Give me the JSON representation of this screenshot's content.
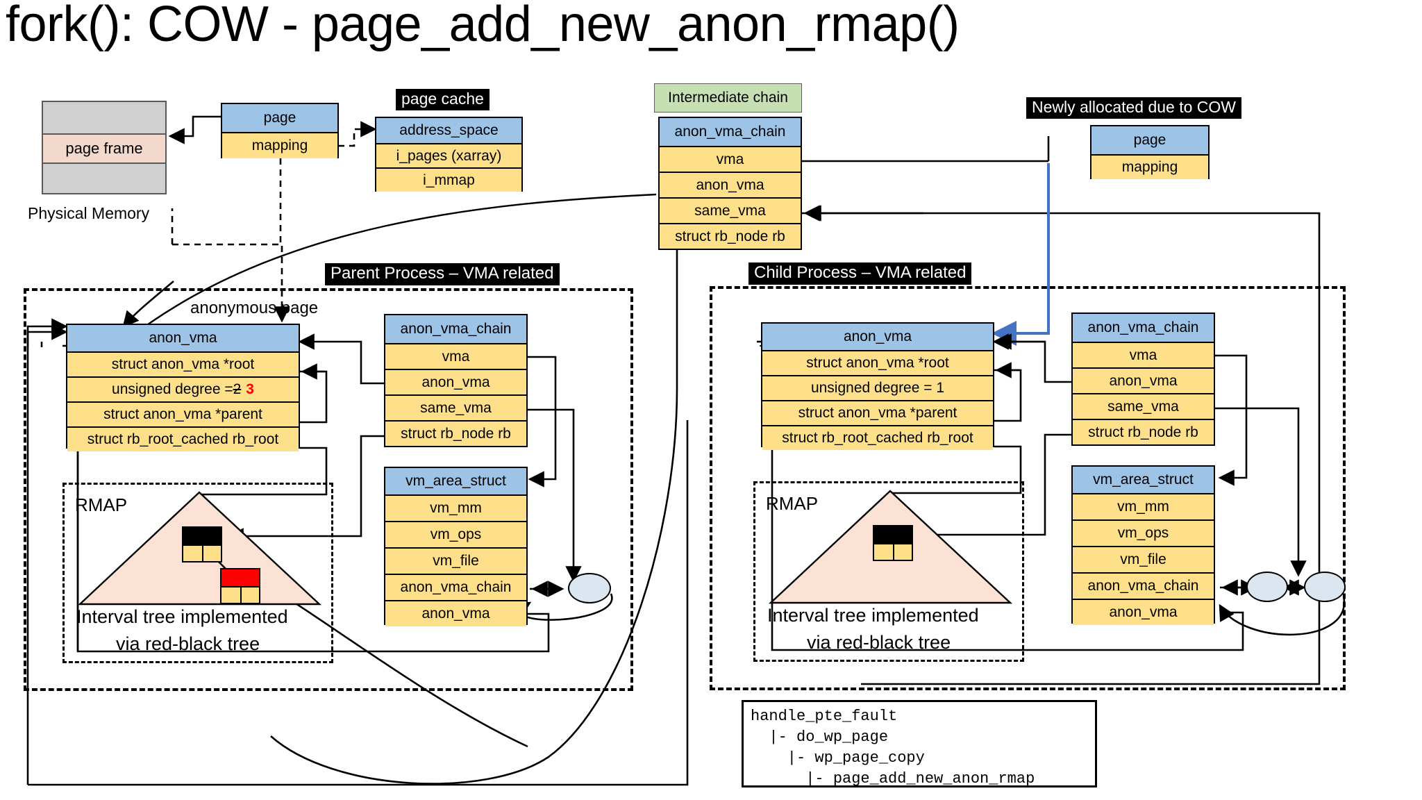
{
  "title": "fork(): COW - page_add_new_anon_rmap()",
  "physical_memory": {
    "frame_label": "page frame",
    "caption": "Physical Memory"
  },
  "page_struct": {
    "head": "page",
    "rows": [
      "mapping"
    ]
  },
  "page_cache": {
    "tag": "page cache",
    "head": "address_space",
    "rows": [
      "i_pages (xarray)",
      "i_mmap"
    ]
  },
  "intermediate_chain": {
    "tag": "Intermediate chain",
    "head": "anon_vma_chain",
    "rows": [
      "vma",
      "anon_vma",
      "same_vma",
      "struct rb_node rb"
    ]
  },
  "new_page": {
    "tag": "Newly allocated due to COW",
    "head": "page",
    "rows": [
      "mapping"
    ]
  },
  "parent": {
    "tag": "Parent Process – VMA related",
    "anonymous_page_label": "anonymous page",
    "anon_vma": {
      "head": "anon_vma",
      "rows": [
        "struct anon_vma *root",
        "unsigned degree = ",
        "struct anon_vma *parent",
        "struct rb_root_cached rb_root"
      ],
      "degree_old": "2",
      "degree_new": "3"
    },
    "anon_vma_chain": {
      "head": "anon_vma_chain",
      "rows": [
        "vma",
        "anon_vma",
        "same_vma",
        "struct rb_node rb"
      ]
    },
    "vm_area_struct": {
      "head": "vm_area_struct",
      "rows": [
        "vm_mm",
        "vm_ops",
        "vm_file",
        "anon_vma_chain",
        "anon_vma"
      ]
    },
    "rmap": {
      "label": "RMAP",
      "caption_line1": "Interval tree implemented",
      "caption_line2": "via red-black tree",
      "nodes": [
        "black",
        "red"
      ]
    }
  },
  "child": {
    "tag": "Child Process – VMA related",
    "anon_vma": {
      "head": "anon_vma",
      "rows": [
        "struct anon_vma *root",
        "unsigned degree = 1",
        "struct anon_vma *parent",
        "struct rb_root_cached rb_root"
      ]
    },
    "anon_vma_chain": {
      "head": "anon_vma_chain",
      "rows": [
        "vma",
        "anon_vma",
        "same_vma",
        "struct rb_node rb"
      ]
    },
    "vm_area_struct": {
      "head": "vm_area_struct",
      "rows": [
        "vm_mm",
        "vm_ops",
        "vm_file",
        "anon_vma_chain",
        "anon_vma"
      ]
    },
    "rmap": {
      "label": "RMAP",
      "caption_line1": "Interval tree implemented",
      "caption_line2": "via red-black tree",
      "nodes": [
        "black"
      ]
    }
  },
  "callstack": {
    "lines": [
      "handle_pte_fault",
      "  |- do_wp_page",
      "    |- wp_page_copy",
      "      |- page_add_new_anon_rmap"
    ]
  },
  "colors": {
    "header_blue": "#9dc3e6",
    "field_yellow": "#ffe08a",
    "green_tag": "#c6e0b4",
    "page_frame": "#f2d9cc",
    "triangle": "#fbe2d5",
    "cow_arrow": "#4472c4",
    "red_node": "#ff0000"
  }
}
